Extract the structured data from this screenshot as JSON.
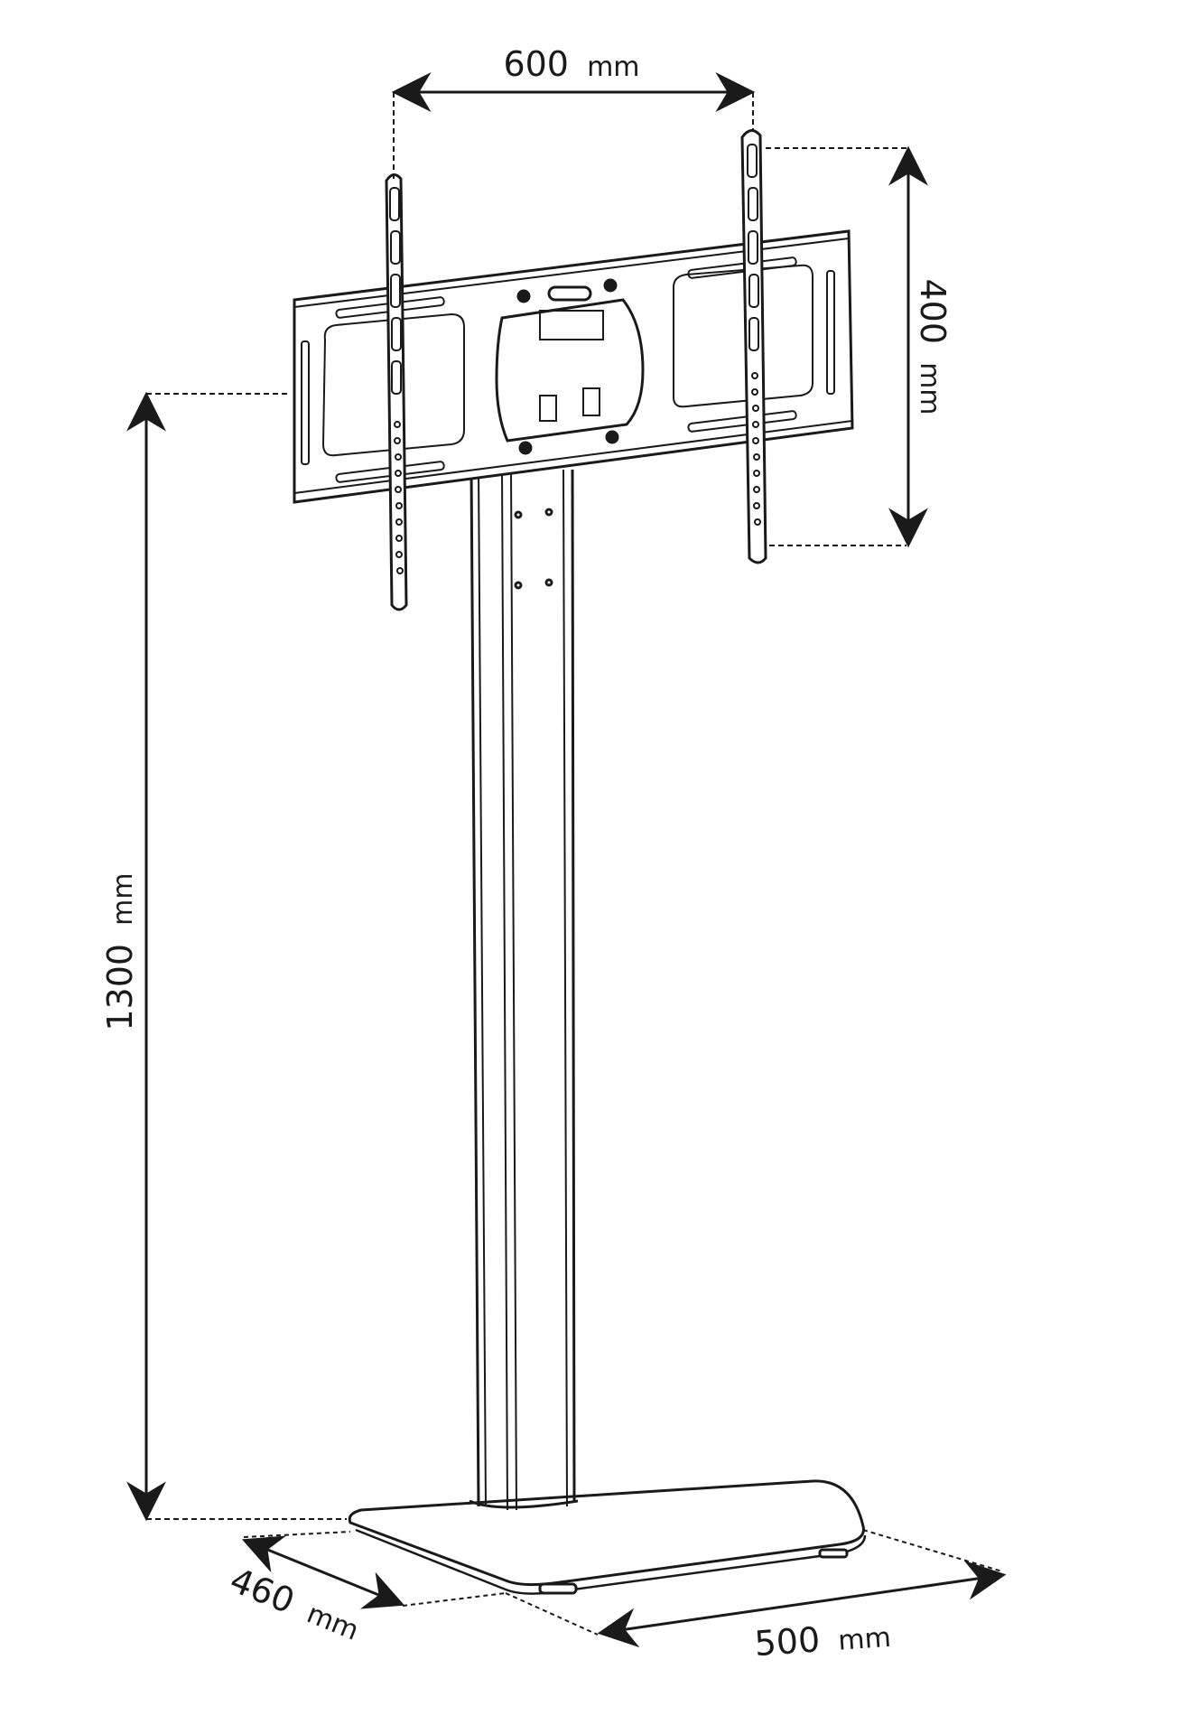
{
  "diagram": {
    "subject": "TV floor stand with VESA mounting bracket",
    "colors": {
      "stroke": "#1a1a1a",
      "background": "#ffffff"
    },
    "dimensions": {
      "vesa_width": {
        "value": "600",
        "unit": "mm"
      },
      "vesa_height": {
        "value": "400",
        "unit": "mm"
      },
      "stand_height": {
        "value": "1300",
        "unit": "mm"
      },
      "base_depth": {
        "value": "460",
        "unit": "mm"
      },
      "base_width": {
        "value": "500",
        "unit": "mm"
      }
    }
  }
}
